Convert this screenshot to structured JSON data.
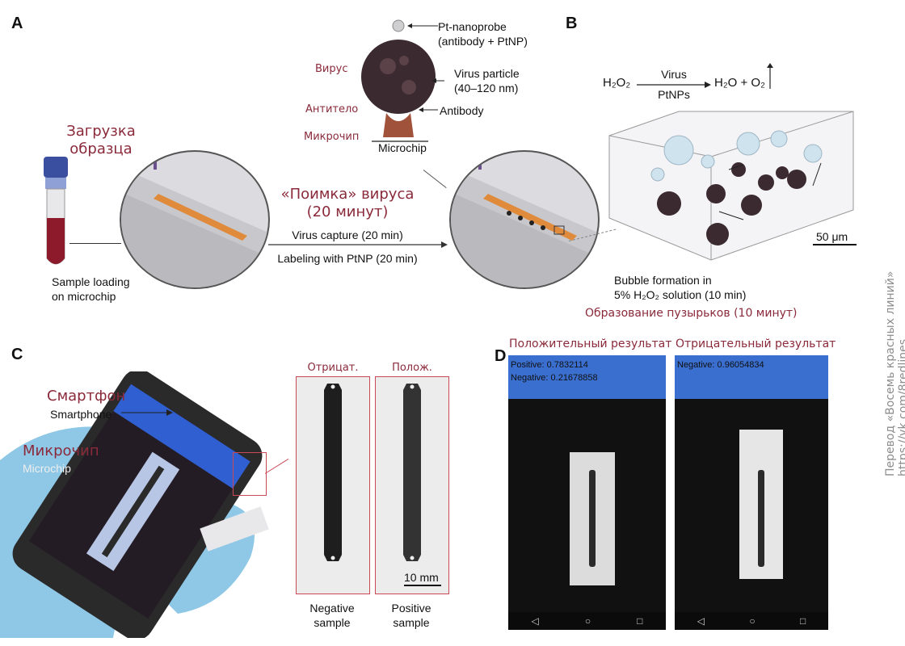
{
  "panel_labels": {
    "a": "A",
    "b": "B",
    "c": "C",
    "d": "D"
  },
  "panel_a": {
    "ru_sample_loading": "Загрузка образца",
    "en_sample_loading_line1": "Sample loading",
    "en_sample_loading_line2": "on microchip",
    "ru_capture_line1": "«Поимка» вируса",
    "ru_capture_line2": "(20 минут)",
    "en_capture": "Virus capture (20 min)",
    "en_labeling": "Labeling with PtNP (20 min)",
    "ru_virus": "Вирус",
    "ru_antibody": "Антитело",
    "ru_microchip": "Микрочип",
    "en_pt_nanoprobe_line1": "Pt-nanoprobe",
    "en_pt_nanoprobe_line2": "(antibody + PtNP)",
    "en_virus_particle_line1": "Virus particle",
    "en_virus_particle_line2": "(40–120 nm)",
    "en_antibody": "Antibody",
    "en_microchip": "Microchip"
  },
  "panel_b": {
    "reaction_reactant": "H₂O₂",
    "reaction_above_arrow": "Virus",
    "reaction_below_arrow": "PtNPs",
    "reaction_product": "H₂O + O₂",
    "scale_bar": "50 μm",
    "en_bubble_line1": "Bubble formation in",
    "en_bubble_line2": "5% H₂O₂ solution (10 min)",
    "ru_bubble": "Образование пузырьков (10 минут)"
  },
  "panel_c": {
    "ru_smartphone": "Смартфон",
    "en_smartphone": "Smartphone",
    "ru_microchip": "Микрочип",
    "en_microchip": "Microchip",
    "ru_negative": "Отрицат.",
    "ru_positive": "Полож.",
    "scale_bar": "10 mm",
    "en_negative_line1": "Negative",
    "en_negative_line2": "sample",
    "en_positive_line1": "Positive",
    "en_positive_line2": "sample"
  },
  "panel_d": {
    "ru_positive_result": "Положительный результат",
    "ru_negative_result": "Отрицательный результат",
    "positive_screen_line1": "Positive: 0.7832114",
    "positive_screen_line2": "Negative: 0.21678858",
    "negative_screen_line1": "Negative: 0.96054834",
    "nav_back": "◁",
    "nav_home": "○",
    "nav_recent": "□"
  },
  "credit": "Перевод «Восемь красных линий»  https://vk.com/8redlines",
  "colors": {
    "ru_text": "#8a2a3a",
    "screen_blue": "#3a6fcf",
    "frame_red": "#c94a56",
    "channel_orange": "#e08a3c"
  }
}
